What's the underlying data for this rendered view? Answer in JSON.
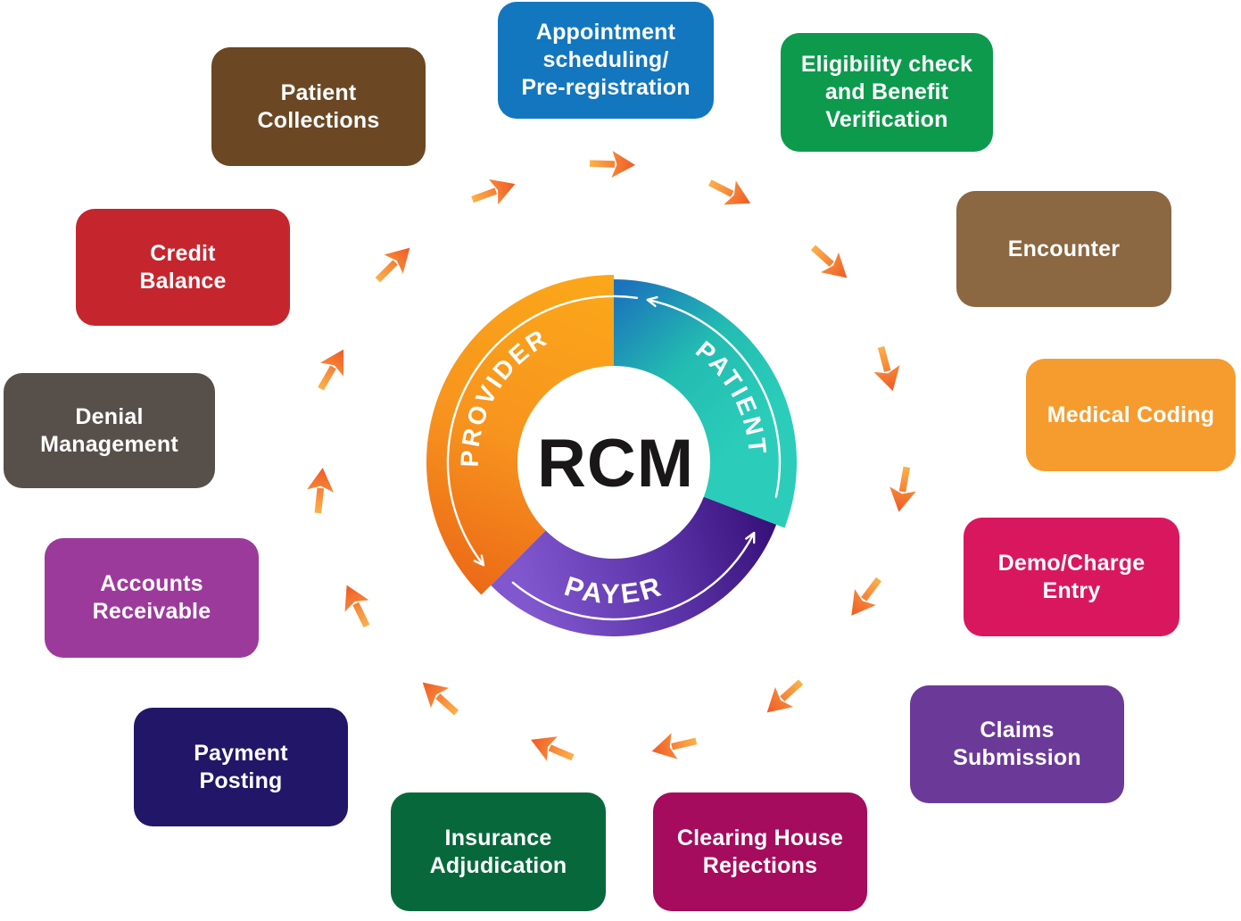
{
  "diagram_title": "RCM",
  "wheel": {
    "center_label": "RCM",
    "segments": [
      {
        "id": "provider",
        "label": "PROVIDER"
      },
      {
        "id": "patient",
        "label": "PATIENT"
      },
      {
        "id": "payer",
        "label": "PAYER"
      }
    ]
  },
  "colors": {
    "provider_gradient": [
      "#FBA819",
      "#F7941E",
      "#EC6A17"
    ],
    "patient_gradient": [
      "#1B74BB",
      "#23BCB1",
      "#2BCDBA"
    ],
    "payer_gradient": [
      "#371179",
      "#5B33A8",
      "#8157CE"
    ],
    "arrow_gradient": [
      "#FCB24B",
      "#EF5A25"
    ],
    "center_text": "#1A1718",
    "wheel_label_text": "#FFFFFF"
  },
  "steps": [
    {
      "lines": [
        "Appointment",
        "scheduling/",
        "Pre-registration"
      ],
      "color": "#1277BF"
    },
    {
      "lines": [
        "Eligibility check",
        "and Benefit",
        "Verification"
      ],
      "color": "#0D9A4D"
    },
    {
      "lines": [
        "Encounter"
      ],
      "color": "#8B6742"
    },
    {
      "lines": [
        "Medical Coding"
      ],
      "color": "#F69C2E"
    },
    {
      "lines": [
        "Demo/Charge",
        "Entry"
      ],
      "color": "#D9175F"
    },
    {
      "lines": [
        "Claims",
        "Submission"
      ],
      "color": "#6B3A99"
    },
    {
      "lines": [
        "Clearing House",
        "Rejections"
      ],
      "color": "#A50C5D"
    },
    {
      "lines": [
        "Insurance",
        "Adjudication"
      ],
      "color": "#07693B"
    },
    {
      "lines": [
        "Payment",
        "Posting"
      ],
      "color": "#221668"
    },
    {
      "lines": [
        "Accounts",
        "Receivable"
      ],
      "color": "#9C3A9B"
    },
    {
      "lines": [
        "Denial",
        "Management"
      ],
      "color": "#57504A"
    },
    {
      "lines": [
        "Credit",
        "Balance"
      ],
      "color": "#C5262E"
    },
    {
      "lines": [
        "Patient",
        "Collections"
      ],
      "color": "#6B4724"
    }
  ]
}
